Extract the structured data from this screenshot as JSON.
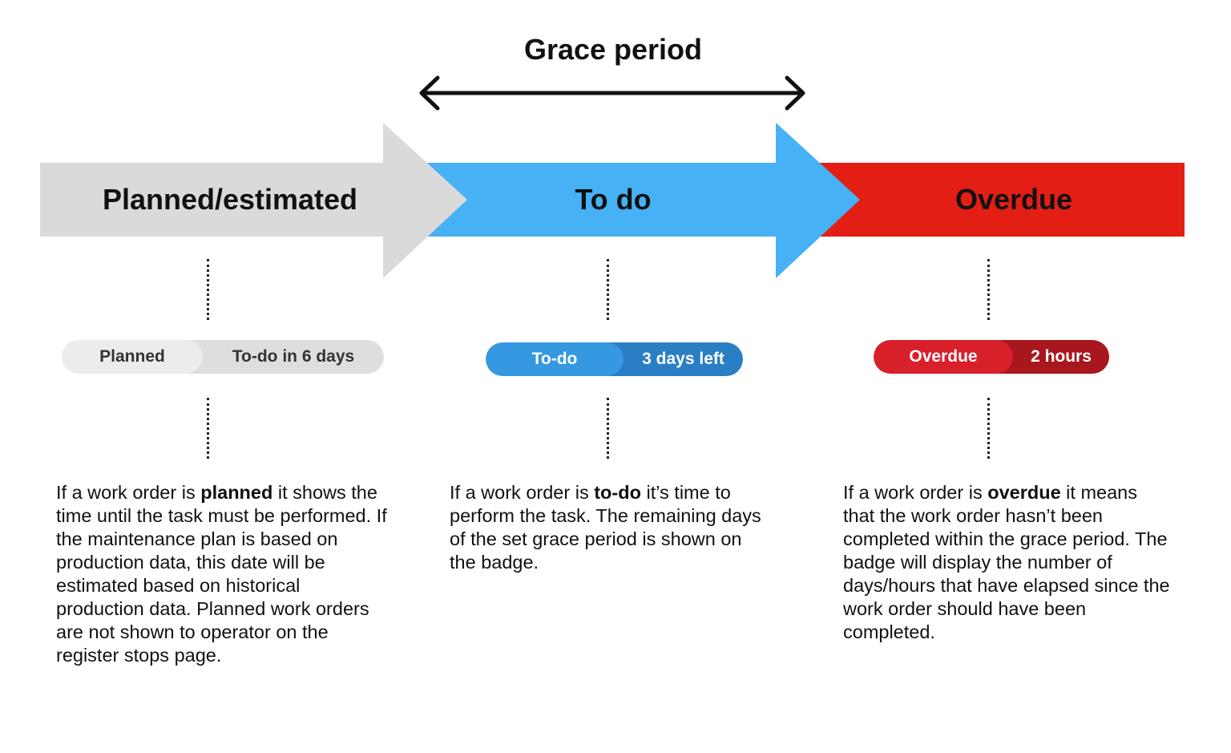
{
  "grace_period": {
    "title": "Grace period"
  },
  "stages": [
    {
      "label": "Planned/estimated",
      "color": "#dadada"
    },
    {
      "label": "To do",
      "color": "#46b1f4"
    },
    {
      "label": "Overdue",
      "color": "#e31e14"
    }
  ],
  "badges": {
    "planned": {
      "status": "Planned",
      "detail": "To-do in 6 days"
    },
    "todo": {
      "status": "To-do",
      "detail": "3 days left"
    },
    "overdue": {
      "status": "Overdue",
      "detail": "2 hours"
    }
  },
  "descriptions": {
    "planned": {
      "before": "If a work order is ",
      "keyword": "planned",
      "after": " it shows the time until the task must be performed. If the maintenance plan is based on production data, this date will be estimated based on historical production data. Planned work orders are not shown to operator on the register stops page."
    },
    "todo": {
      "before": "If a work order is ",
      "keyword": "to-do",
      "after": " it’s time to perform the task. The remaining days of the set grace period is shown on the badge."
    },
    "overdue": {
      "before": "If a work order is ",
      "keyword": "overdue",
      "after": " it means that the work order hasn’t been completed within the grace period. The badge will display the number of days/hours that have elapsed since the work order should have been completed."
    }
  }
}
